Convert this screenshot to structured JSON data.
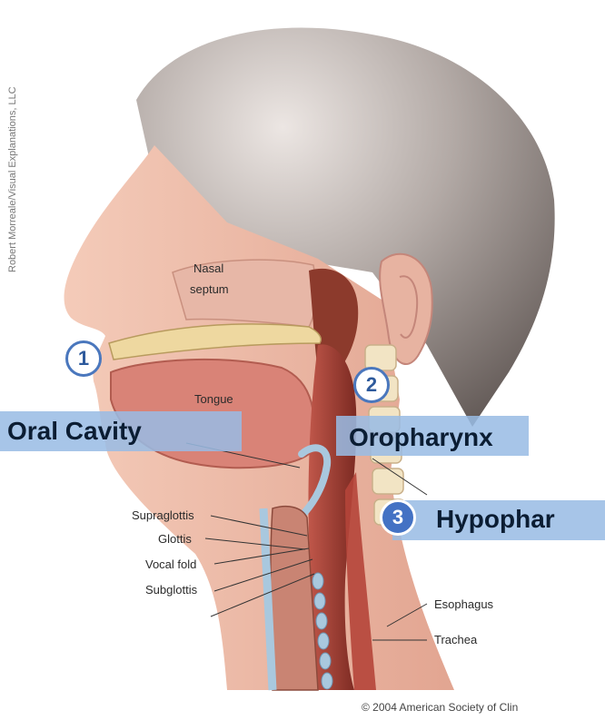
{
  "credit_vertical": "Robert Morreale/Visual Explanations, LLC",
  "copyright": "© 2004 American Society of Clin",
  "structure_labels": {
    "nasal_septum_line1": "Nasal",
    "nasal_septum_line2": "septum",
    "tongue": "Tongue",
    "supraglottis": "Supraglottis",
    "glottis": "Glottis",
    "vocal_fold": "Vocal fold",
    "subglottis": "Subglottis",
    "esophagus": "Esophagus",
    "trachea": "Trachea"
  },
  "regions": [
    {
      "number": "1",
      "label": "Oral Cavity"
    },
    {
      "number": "2",
      "label": "Oropharynx"
    },
    {
      "number": "3",
      "label": "Hypophar"
    }
  ],
  "colors": {
    "skin": "#e9b4a2",
    "hair": "#6b625f",
    "mucosa": "#b5453a",
    "cartilage_blue": "#a9c8de",
    "bone": "#eed8a0",
    "band": "#99bce4",
    "circle_border": "#4a77bd"
  }
}
